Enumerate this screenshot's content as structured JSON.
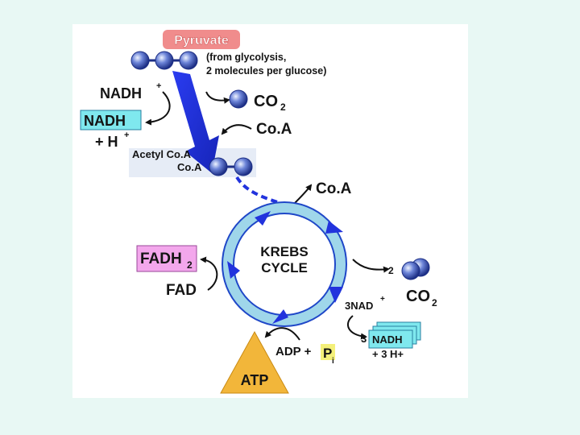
{
  "diagram": {
    "pyruvate_label": "Pyruvate",
    "pyruvate_note_line1": "(from glycolysis,",
    "pyruvate_note_line2": "2 molecules per glucose)",
    "nadh_plus": "NADH",
    "nadh_plus_sup": "+",
    "nadh_box": "NADH",
    "h_plus": "+ H",
    "h_plus_sup": "+",
    "co2_top": "CO",
    "co2_top_sub": "2",
    "coa_in": "Co.A",
    "acetyl_coa_line1": "Acetyl Co.A",
    "acetyl_coa_line2": "Co.A",
    "coa_out": "Co.A",
    "krebs_line1": "KREBS",
    "krebs_line2": "CYCLE",
    "fadh2": "FADH",
    "fadh2_sub": "2",
    "fad": "FAD",
    "co2_count": "2",
    "co2_right": "CO",
    "co2_right_sub": "2",
    "nad_in": "3NAD",
    "nad_in_sup": "+",
    "nadh_count": "3",
    "nadh_stack": "NADH",
    "nadh_h": "+ 3 H+",
    "adp": "ADP +",
    "pi": "P",
    "pi_sub": "i",
    "atp": "ATP"
  },
  "colors": {
    "page_background": "#e8f8f4",
    "panel_background": "#ffffff",
    "pyruvate_badge": "#f08c8c",
    "pyruvate_text": "#ffffff",
    "nadh_box": "#7fe8ee",
    "fadh2_box": "#f3a7ec",
    "acetyl_band": "#e6ecf6",
    "cycle_ring": "#9fd6ea",
    "arrow_blue": "#2233dd",
    "pi_highlight": "#f4f07a",
    "atp_triangle": "#f2b63a",
    "molecule": "#4a64c8"
  }
}
